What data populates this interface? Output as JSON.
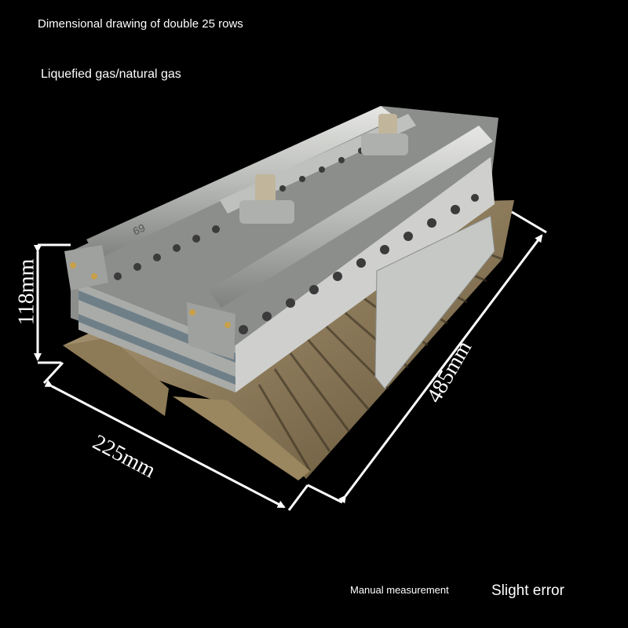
{
  "header": {
    "title": "Dimensional drawing of double 25 rows",
    "gas_type": "Liquefied gas/natural gas"
  },
  "dimensions": {
    "height_label": "118mm",
    "width_label": "225mm",
    "length_label": "485mm"
  },
  "product": {
    "stamp": "69"
  },
  "footer": {
    "manual_note": "Manual measurement",
    "error_note": "Slight error"
  },
  "colors": {
    "background": "#000000",
    "metal": "#b9bbb8",
    "brass": "#a08b63",
    "arrow": "#ffffff"
  }
}
